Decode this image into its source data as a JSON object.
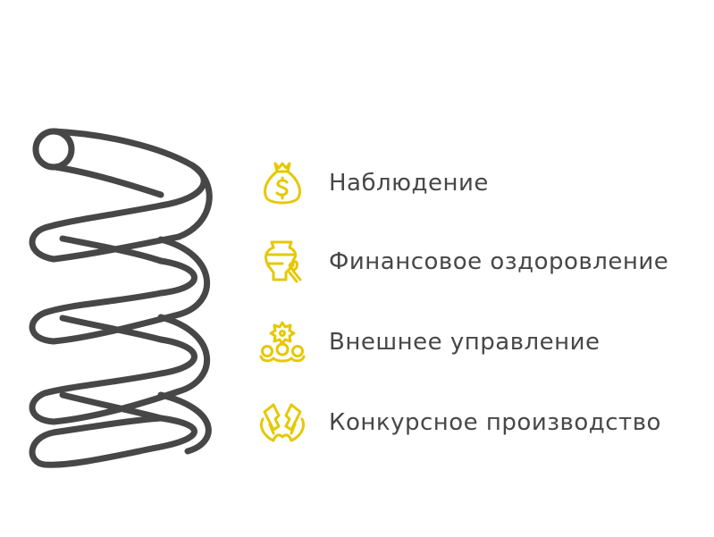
{
  "diagram": {
    "type": "spring-list",
    "colors": {
      "spring": "#474747",
      "icon": "#E6C800",
      "text": "#474747",
      "background": "#ffffff"
    },
    "items": [
      {
        "label": "Наблюдение",
        "icon": "money-bag-icon"
      },
      {
        "label": "Финансовое оздоровление",
        "icon": "vase-brush-icon"
      },
      {
        "label": "Внешнее управление",
        "icon": "gear-people-icon"
      },
      {
        "label": "Конкурсное производство",
        "icon": "broken-hands-icon"
      }
    ]
  }
}
